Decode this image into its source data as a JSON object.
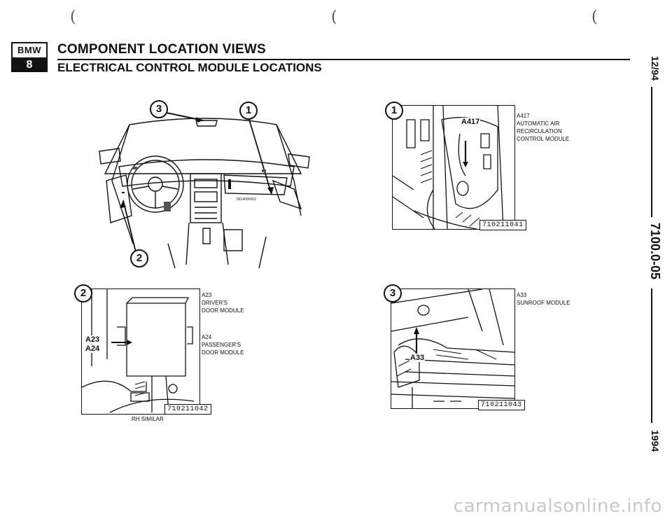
{
  "header": {
    "logo_top": "BMW",
    "logo_bottom": "8",
    "title": "COMPONENT LOCATION VIEWS",
    "subtitle": "ELECTRICAL CONTROL MODULE LOCATIONS"
  },
  "margin": {
    "date": "12/94",
    "section": "7100.0-05",
    "year": "1994"
  },
  "scan_marks": [
    "(",
    "(",
    "("
  ],
  "overview": {
    "callouts": [
      "3",
      "1",
      "2"
    ],
    "small_code": "6514000001"
  },
  "figures": {
    "fig1": {
      "callout": "1",
      "inline_label": "A417",
      "label_lines": [
        "A417",
        "AUTOMATIC AIR",
        "RECIRCULATION",
        "CONTROL MODULE"
      ],
      "number": "710211041"
    },
    "fig2": {
      "callout": "2",
      "inline_labels": [
        "A23",
        "A24"
      ],
      "label_group1": [
        "A23",
        "DRIVER'S",
        "DOOR MODULE"
      ],
      "label_group2": [
        "A24",
        "PASSENGER'S",
        "DOOR MODULE"
      ],
      "number": "710211042",
      "caption": "RH SIMILAR"
    },
    "fig3": {
      "callout": "3",
      "inline_label": "A33",
      "label_lines": [
        "A33",
        "SUNROOF MODULE"
      ],
      "number": "710211043"
    }
  },
  "watermark": "carmanualsonline.info"
}
